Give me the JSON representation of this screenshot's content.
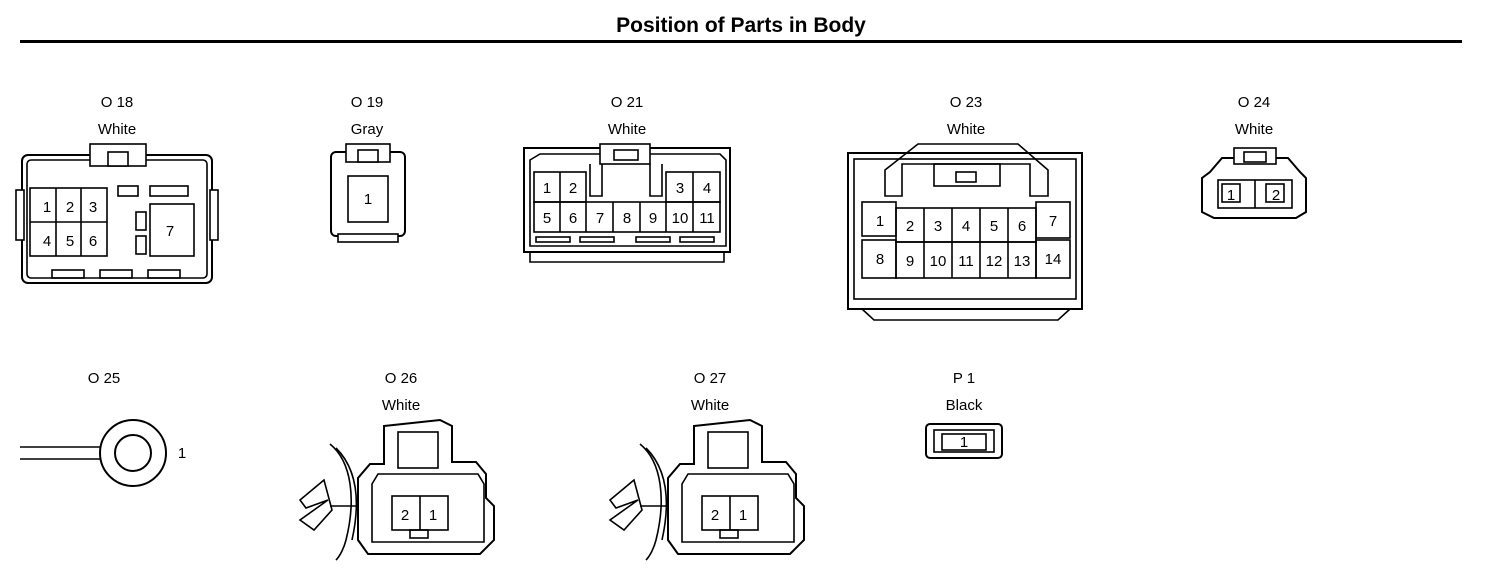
{
  "title": "Position of Parts in Body",
  "connectors": {
    "o18": {
      "id": "O 18",
      "color": "White",
      "pins": [
        "1",
        "2",
        "3",
        "4",
        "5",
        "6",
        "7"
      ]
    },
    "o19": {
      "id": "O 19",
      "color": "Gray",
      "pins": [
        "1"
      ]
    },
    "o21": {
      "id": "O 21",
      "color": "White",
      "pins": [
        "1",
        "2",
        "3",
        "4",
        "5",
        "6",
        "7",
        "8",
        "9",
        "10",
        "11"
      ]
    },
    "o23": {
      "id": "O 23",
      "color": "White",
      "pins": [
        "1",
        "2",
        "3",
        "4",
        "5",
        "6",
        "7",
        "8",
        "9",
        "10",
        "11",
        "12",
        "13",
        "14"
      ]
    },
    "o24": {
      "id": "O 24",
      "color": "White",
      "pins": [
        "1",
        "2"
      ]
    },
    "o25": {
      "id": "O 25",
      "pins": [
        "1"
      ]
    },
    "o26": {
      "id": "O 26",
      "color": "White",
      "pins": [
        "2",
        "1"
      ]
    },
    "o27": {
      "id": "O 27",
      "color": "White",
      "pins": [
        "2",
        "1"
      ]
    },
    "p1": {
      "id": "P 1",
      "color": "Black",
      "pins": [
        "1"
      ]
    }
  }
}
